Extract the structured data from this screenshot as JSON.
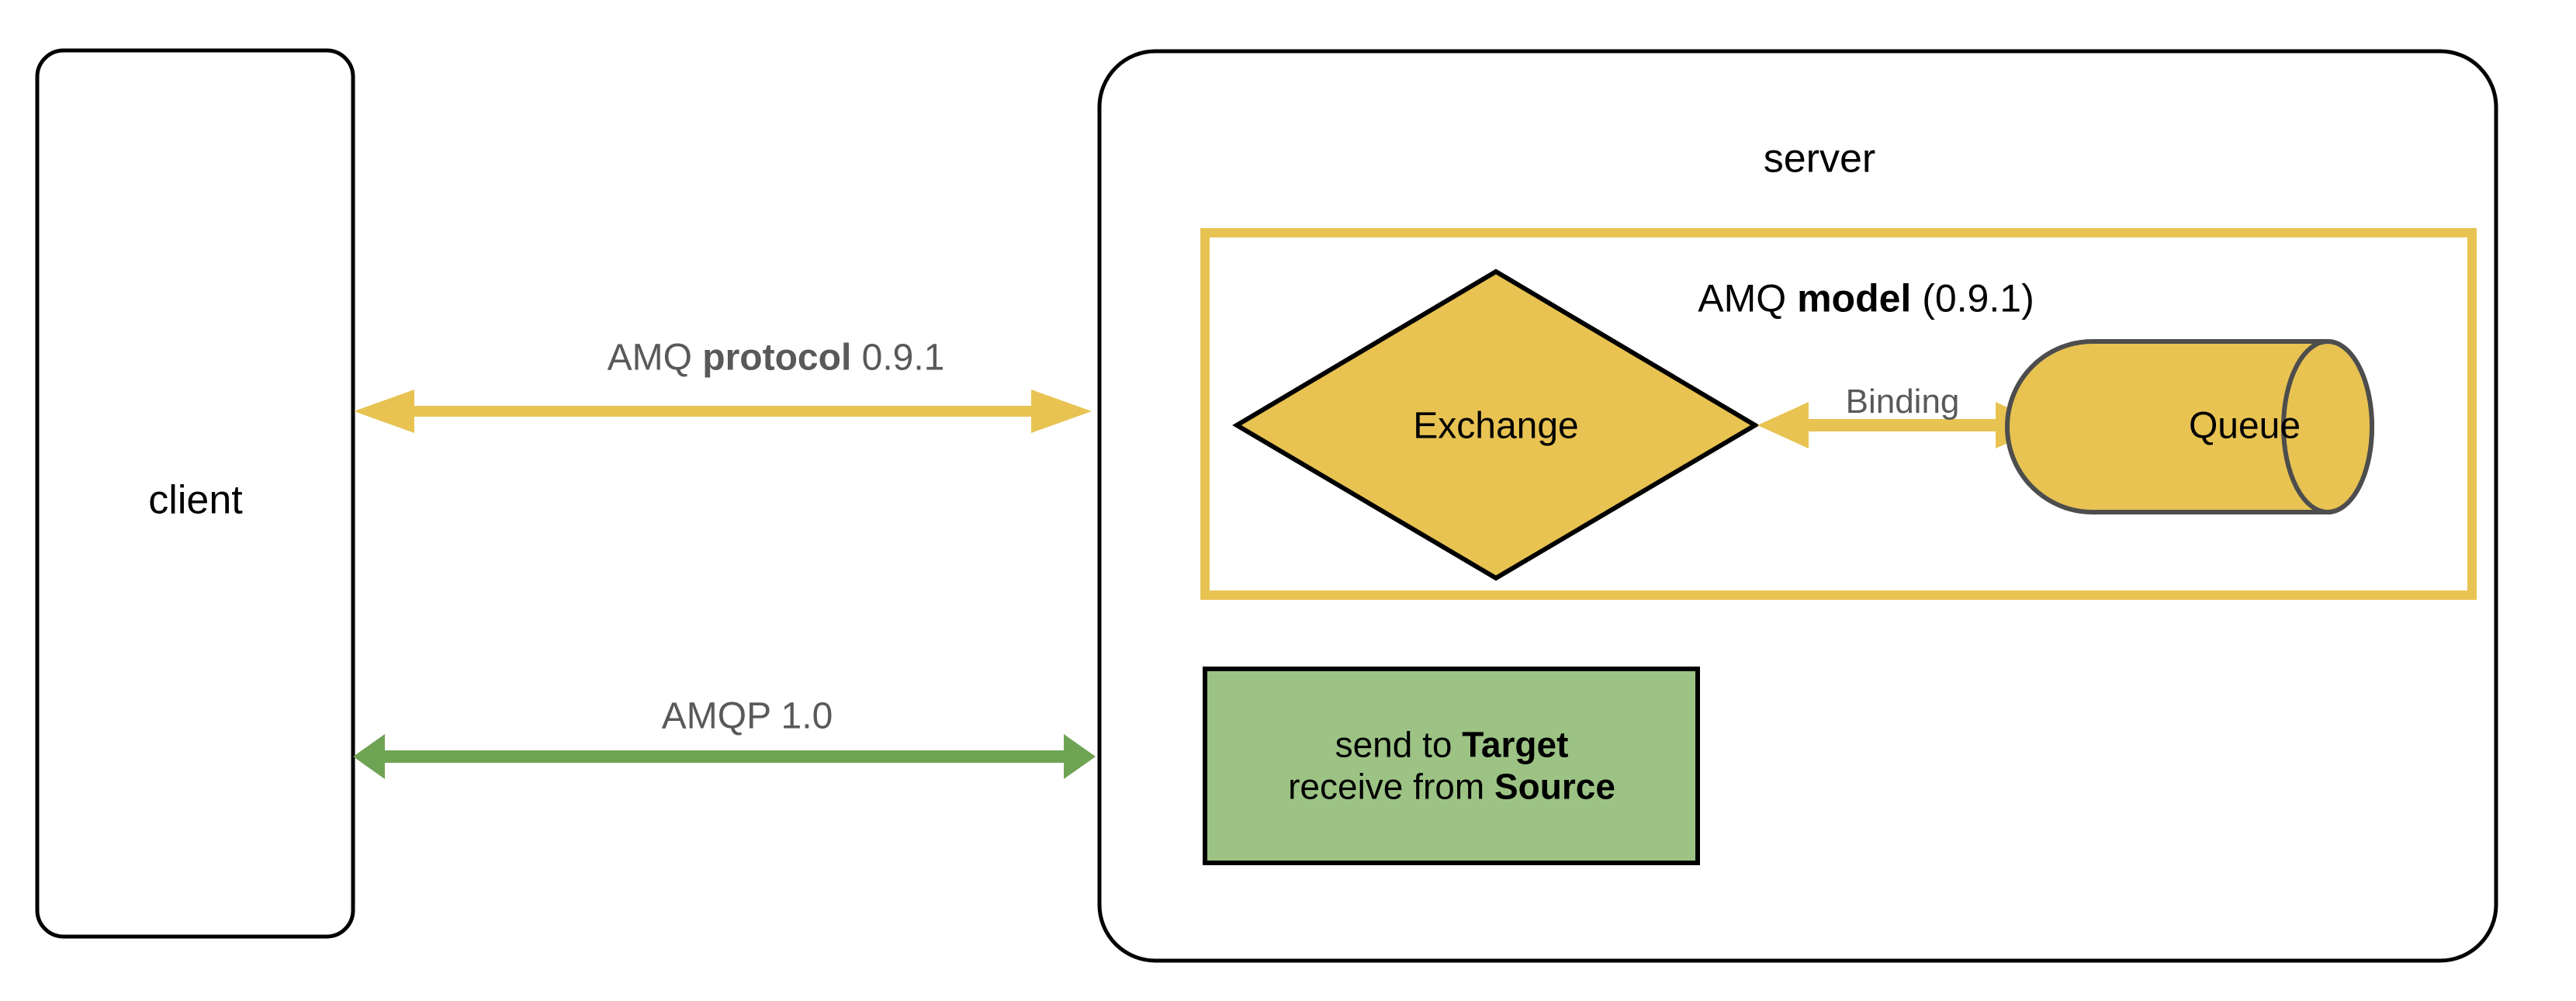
{
  "diagram": {
    "title": "AMQP protocol / AMQ model overview",
    "colors": {
      "yellow": "#E8C352",
      "yellow_arrow": "#E8C352",
      "green_fill": "#9CC384",
      "green_arrow": "#6FA354",
      "queue_stroke": "#4D4D4D",
      "black": "#000000",
      "gray_text": "#595959",
      "background": "#FFFFFF"
    }
  },
  "client": {
    "label": "client"
  },
  "server": {
    "label": "server",
    "amq_model": {
      "prefix": "AMQ ",
      "bold": "model",
      "suffix": " (0.9.1)"
    },
    "exchange": {
      "label": "Exchange",
      "shape": "diamond"
    },
    "queue": {
      "label": "Queue",
      "shape": "cylinder"
    },
    "binding": {
      "label": "Binding",
      "arrow": "double-headed"
    },
    "amqp_box": {
      "line1_prefix": "send to ",
      "line1_bold": "Target",
      "line2_prefix": "receive from ",
      "line2_bold": "Source"
    }
  },
  "connections": [
    {
      "name": "amq-protocol",
      "prefix": "AMQ ",
      "bold": "protocol",
      "suffix": " 0.9.1",
      "color": "#E8C352",
      "arrow": "double-headed"
    },
    {
      "name": "amqp-1-0",
      "prefix": "",
      "bold": "",
      "suffix": "AMQP 1.0",
      "color": "#6FA354",
      "arrow": "double-headed"
    }
  ]
}
